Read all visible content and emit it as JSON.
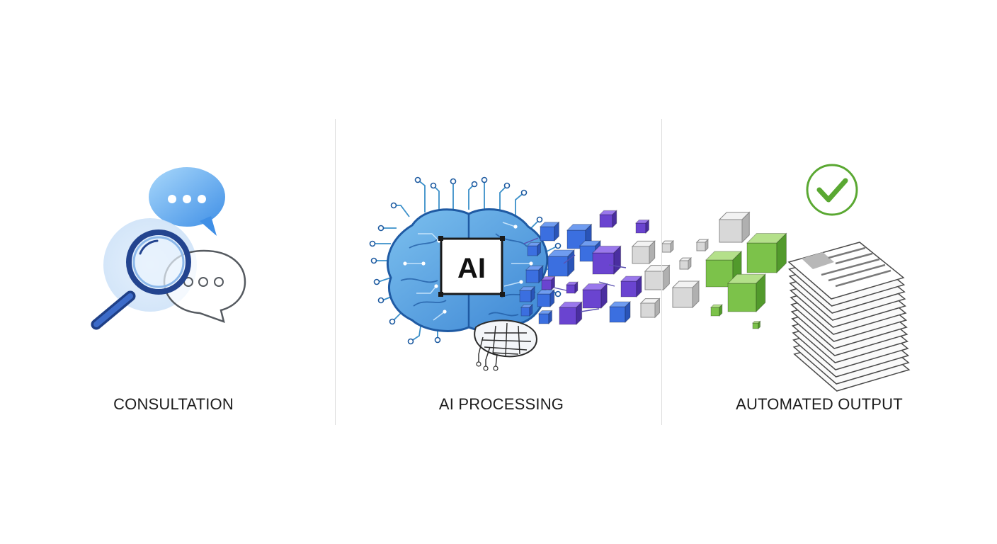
{
  "steps": [
    {
      "label": "CONSULTATION",
      "icon": "consultation-magnifier-chat-icon"
    },
    {
      "label": "AI PROCESSING",
      "icon": "ai-brain-chip-icon"
    },
    {
      "label": "AUTOMATED OUTPUT",
      "icon": "document-stack-check-icon"
    }
  ],
  "chip_label": "AI",
  "colors": {
    "brain_blue": "#4a90d9",
    "cube_blue": "#3b6fe0",
    "cube_purple": "#6a44d0",
    "cube_grey": "#d8d8d8",
    "cube_green": "#7cc24a",
    "check_green": "#5aa832"
  }
}
